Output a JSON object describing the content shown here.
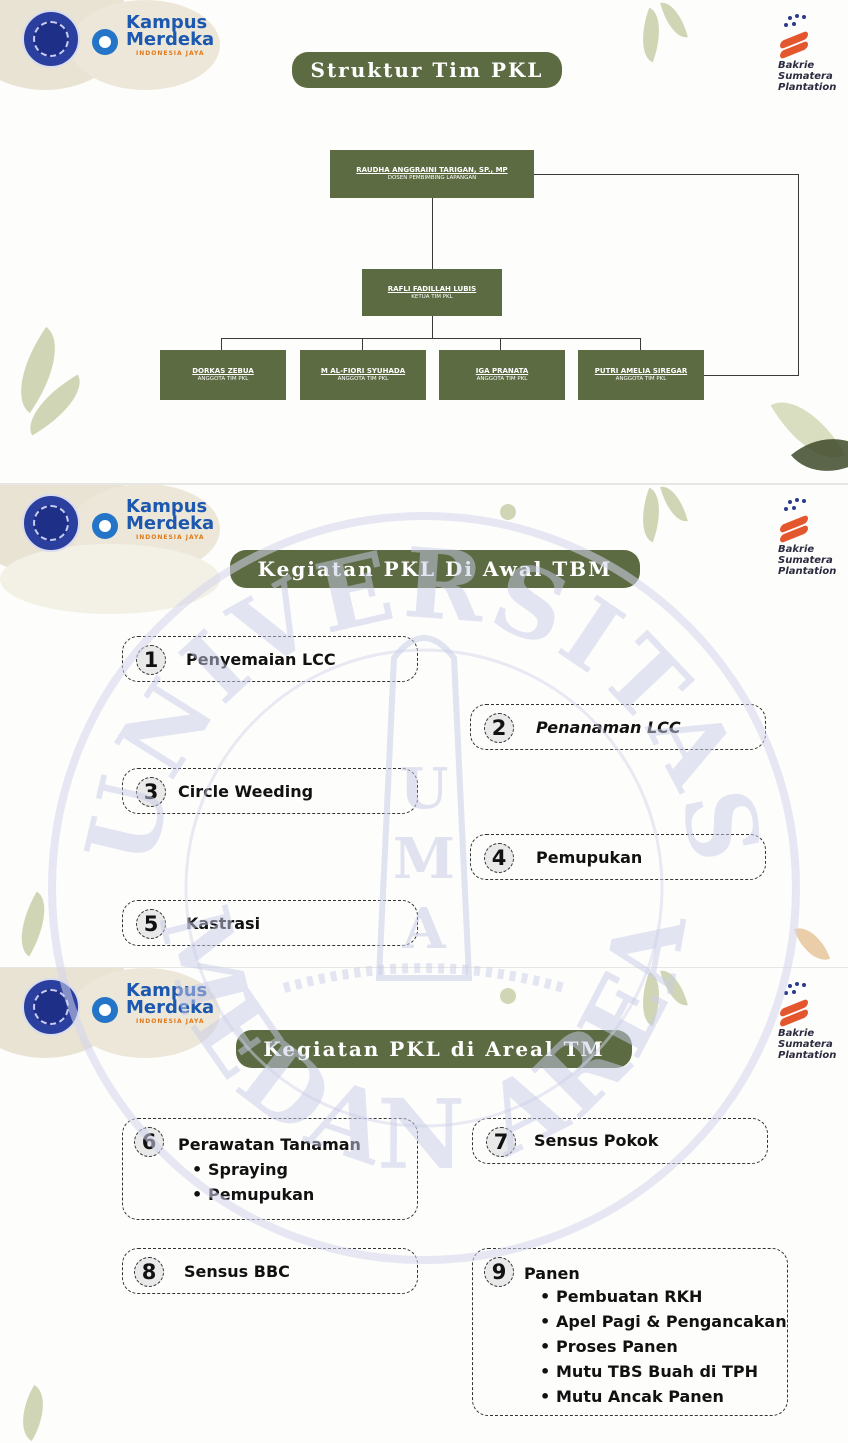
{
  "header": {
    "uni_logo_icon": "universitas-medan-area-seal",
    "kampus_merdeka_icon": "kampus-merdeka-icon",
    "kampus_line1": "Kampus",
    "kampus_line2": "Merdeka",
    "kampus_sub": "INDONESIA JAYA",
    "company_line1": "Bakrie",
    "company_line2": "Sumatera",
    "company_line3": "Plantation"
  },
  "slide1": {
    "title": "Struktur Tim PKL",
    "supervisor": {
      "name": "RAUDHA ANGGRAINI TARIGAN, SP., MP",
      "role": "DOSEN PEMBIMBING LAPANGAN"
    },
    "leader": {
      "name": "RAFLI FADILLAH LUBIS",
      "role": "KETUA TIM PKL"
    },
    "members": [
      {
        "name": "DORKAS ZEBUA",
        "role": "ANGGOTA TIM PKL"
      },
      {
        "name": "M AL-FIORI SYUHADA",
        "role": "ANGGOTA TIM PKL"
      },
      {
        "name": "IGA PRANATA",
        "role": "ANGGOTA TIM PKL"
      },
      {
        "name": "PUTRI AMELIA SIREGAR",
        "role": "ANGGOTA TIM PKL"
      }
    ]
  },
  "slide2": {
    "title": "Kegiatan PKL Di Awal TBM",
    "items": [
      {
        "num": "1",
        "label": "Penyemaian LCC"
      },
      {
        "num": "2",
        "label": "Penanaman LCC"
      },
      {
        "num": "3",
        "label": "Circle Weeding"
      },
      {
        "num": "4",
        "label": "Pemupukan"
      },
      {
        "num": "5",
        "label": "Kastrasi"
      }
    ]
  },
  "slide3": {
    "title": "Kegiatan PKL di Areal TM",
    "items": [
      {
        "num": "6",
        "label": "Perawatan Tanaman",
        "subs": [
          "Spraying",
          "Pemupukan"
        ]
      },
      {
        "num": "7",
        "label": "Sensus Pokok"
      },
      {
        "num": "8",
        "label": "Sensus BBC"
      },
      {
        "num": "9",
        "label": "Panen",
        "subs": [
          "Pembuatan RKH",
          "Apel Pagi & Pengancakan",
          "Proses Panen",
          "Mutu TBS Buah di TPH",
          "Mutu Ancak Panen"
        ]
      }
    ]
  },
  "watermark_text": [
    "UNIVERSITAS",
    "MEDAN AREA",
    "U",
    "M",
    "A"
  ],
  "colors": {
    "accent": "#5d6b43",
    "watermark": "#c9cde8",
    "company_orange": "#e4562e",
    "kampus_blue": "#1c58b0"
  }
}
